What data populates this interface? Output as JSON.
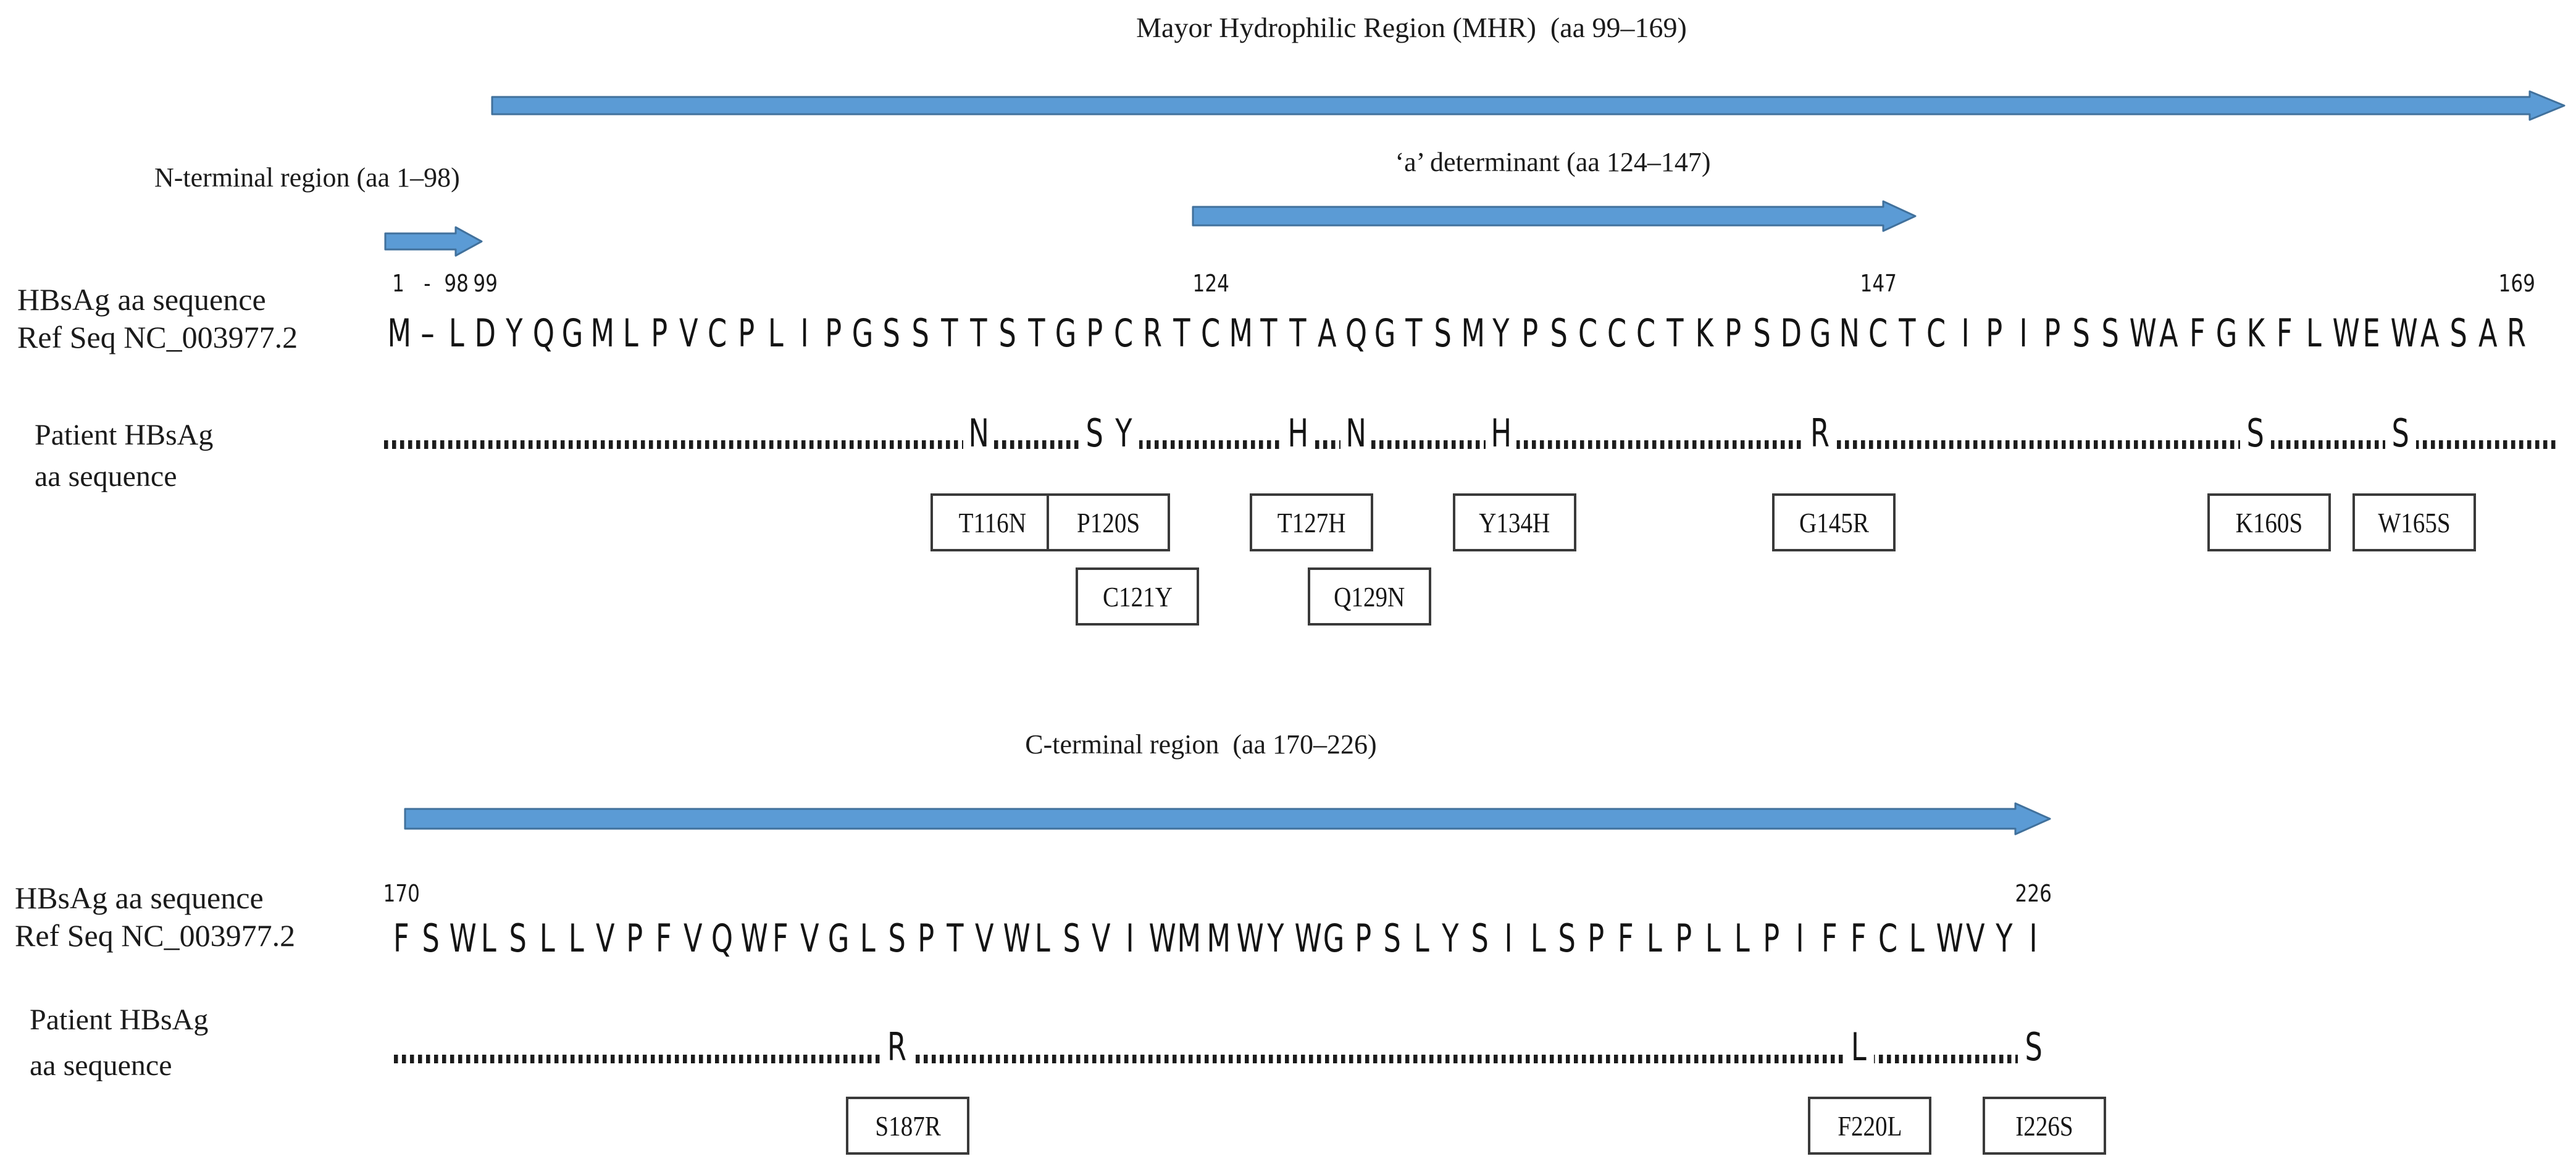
{
  "colors": {
    "arrow_fill": "#5b9bd5",
    "arrow_stroke": "#41719c",
    "text": "#1b1b1b",
    "box_border": "#3a3a3a"
  },
  "labels": {
    "mhr": "Mayor Hydrophilic Region (MHR)  (aa 99–169)",
    "n_terminal": "N-terminal region (aa 1–98)",
    "a_determinant": "‘a’ determinant (aa 124–147)",
    "c_terminal": "C-terminal region  (aa 170–226)"
  },
  "block1": {
    "ref_line1": "HBsAg aa sequence",
    "ref_line2": "Ref Seq NC_003977.2",
    "patient_line1": "Patient HBsAg",
    "patient_line2": "aa sequence",
    "sequence": "M–LDYQGMLPVCPLIPGSSTTSTGPCRTCMTTAQGTSMYPSCCCTKPSDGNCTCIPIPSSWAFGKFLWEWASAR",
    "position_labels": [
      {
        "text": "1",
        "index": 0
      },
      {
        "text": "-",
        "index": 1
      },
      {
        "text": "98",
        "index": 2
      },
      {
        "text": "99",
        "index": 3
      },
      {
        "text": "124",
        "index": 28
      },
      {
        "text": "147",
        "index": 51
      },
      {
        "text": "169",
        "index": 73
      }
    ],
    "mutations": [
      {
        "label": "T116N",
        "aa": 116,
        "index": 20,
        "patient_letter": "N",
        "box_row": 1
      },
      {
        "label": "P120S",
        "aa": 120,
        "index": 24,
        "patient_letter": "S",
        "box_row": 1
      },
      {
        "label": "C121Y",
        "aa": 121,
        "index": 25,
        "patient_letter": "Y",
        "box_row": 2
      },
      {
        "label": "T127H",
        "aa": 127,
        "index": 31,
        "patient_letter": "H",
        "box_row": 1
      },
      {
        "label": "Q129N",
        "aa": 129,
        "index": 33,
        "patient_letter": "N",
        "box_row": 2
      },
      {
        "label": "Y134H",
        "aa": 134,
        "index": 38,
        "patient_letter": "H",
        "box_row": 1
      },
      {
        "label": "G145R",
        "aa": 145,
        "index": 49,
        "patient_letter": "R",
        "box_row": 1
      },
      {
        "label": "K160S",
        "aa": 160,
        "index": 64,
        "patient_letter": "S",
        "box_row": 1
      },
      {
        "label": "W165S",
        "aa": 165,
        "index": 69,
        "patient_letter": "S",
        "box_row": 1
      }
    ]
  },
  "block2": {
    "ref_line1": "HBsAg aa sequence",
    "ref_line2": "Ref Seq NC_003977.2",
    "patient_line1": "Patient HBsAg",
    "patient_line2": "aa sequence",
    "sequence": "FSWLSLLVPFVQWFVGLSPTVWLSVIWMMWYWGPSLYSILSPFLPLLPIFFCLWVYI",
    "position_labels": [
      {
        "text": "170",
        "index": 0
      },
      {
        "text": "226",
        "index": 56
      }
    ],
    "mutations": [
      {
        "label": "S187R",
        "aa": 187,
        "index": 17,
        "patient_letter": "R",
        "box_row": 1
      },
      {
        "label": "F220L",
        "aa": 220,
        "index": 50,
        "patient_letter": "L",
        "box_row": 1
      },
      {
        "label": "I226S",
        "aa": 226,
        "index": 56,
        "patient_letter": "S",
        "box_row": 1
      }
    ]
  }
}
